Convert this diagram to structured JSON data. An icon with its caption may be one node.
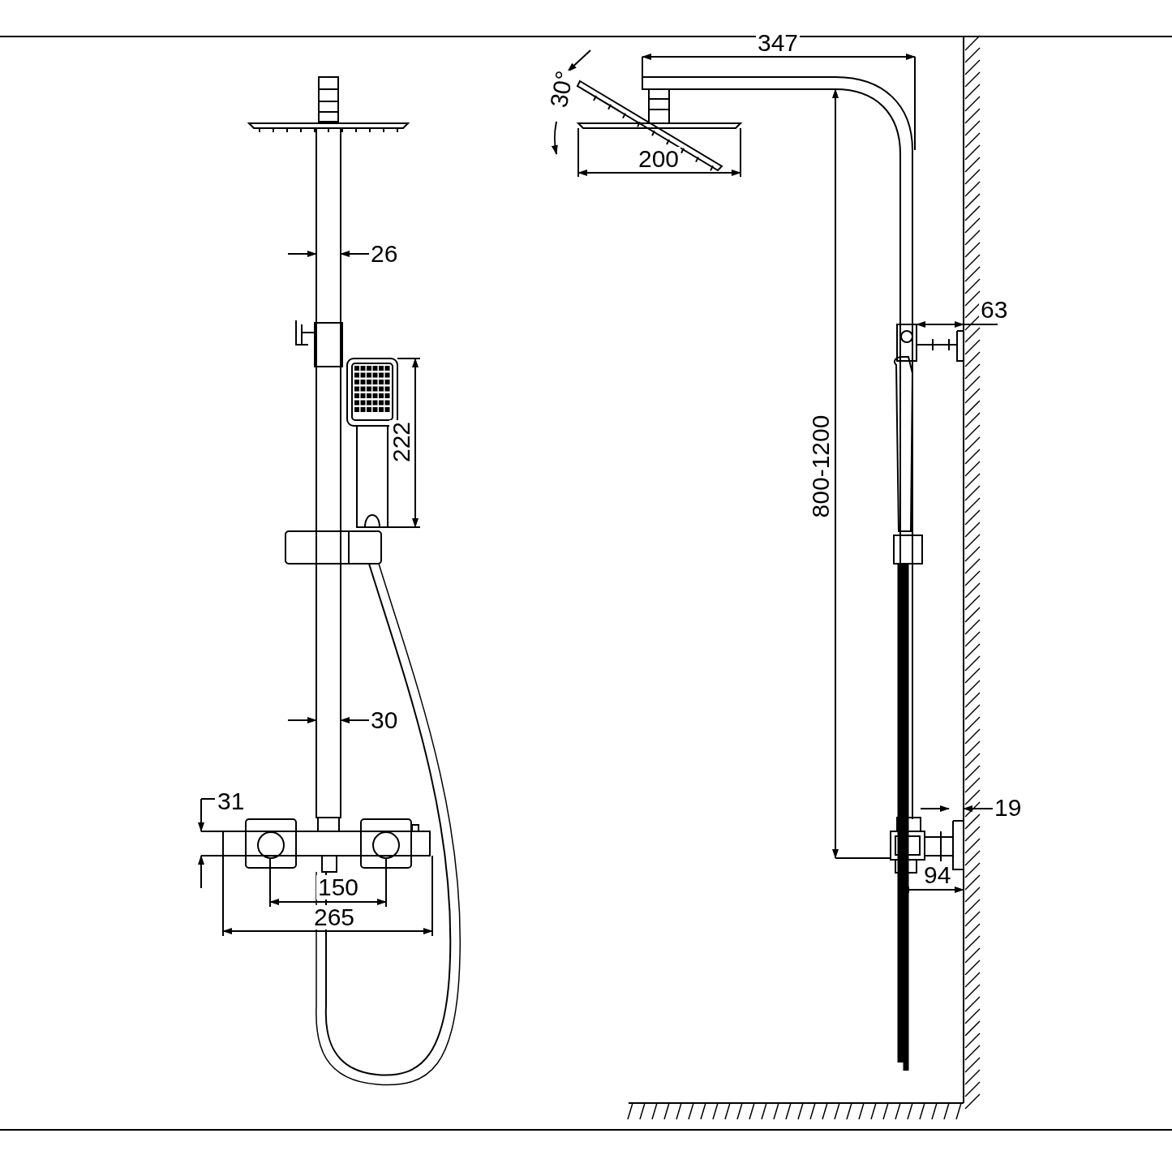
{
  "diagram": {
    "labels": [
      "347",
      "30°",
      "200",
      "26",
      "63",
      "222",
      "800-1200",
      "30",
      "31",
      "19",
      "94",
      "150",
      "265"
    ]
  }
}
